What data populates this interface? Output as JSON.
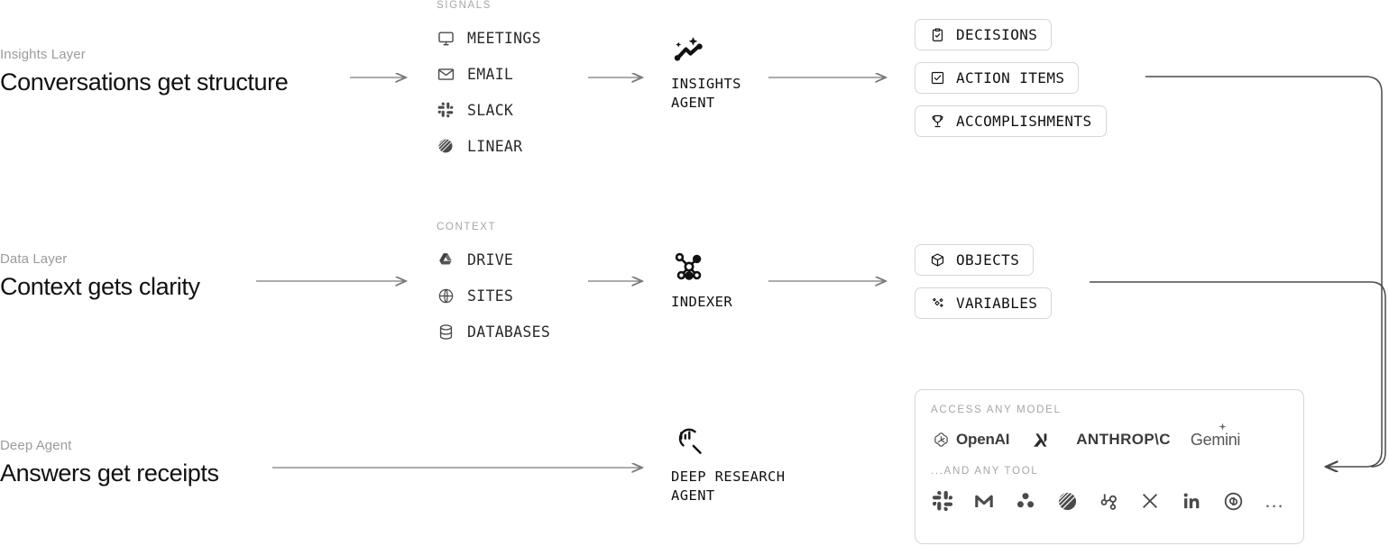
{
  "rows": [
    {
      "kicker": "Insights Layer",
      "title": "Conversations get structure",
      "group_header": "SIGNALS",
      "sources": [
        {
          "label": "MEETINGS",
          "icon": "monitor-icon"
        },
        {
          "label": "EMAIL",
          "icon": "envelope-icon"
        },
        {
          "label": "SLACK",
          "icon": "slack-icon"
        },
        {
          "label": "LINEAR",
          "icon": "linear-icon"
        }
      ],
      "agent": {
        "name": "INSIGHTS\nAGENT",
        "icon": "sparkle-trend-icon"
      },
      "outputs": [
        {
          "label": "DECISIONS",
          "icon": "clipboard-check-icon"
        },
        {
          "label": "ACTION ITEMS",
          "icon": "checkbox-check-icon"
        },
        {
          "label": "ACCOMPLISHMENTS",
          "icon": "trophy-icon"
        }
      ]
    },
    {
      "kicker": "Data Layer",
      "title": "Context gets clarity",
      "group_header": "CONTEXT",
      "sources": [
        {
          "label": "DRIVE",
          "icon": "google-drive-icon"
        },
        {
          "label": "SITES",
          "icon": "globe-icon"
        },
        {
          "label": "DATABASES",
          "icon": "database-icon"
        }
      ],
      "agent": {
        "name": "INDEXER",
        "icon": "network-hub-icon"
      },
      "outputs": [
        {
          "label": "OBJECTS",
          "icon": "cube-icon"
        },
        {
          "label": "VARIABLES",
          "icon": "diamonds-icon"
        }
      ]
    },
    {
      "kicker": "Deep Agent",
      "title": "Answers get receipts",
      "group_header": "",
      "sources": [],
      "agent": {
        "name": "DEEP RESEARCH\nAGENT",
        "icon": "magnifier-chart-icon"
      },
      "outputs": []
    }
  ],
  "panel": {
    "models_header": "ACCESS ANY MODEL",
    "models": [
      {
        "name": "OpenAI",
        "icon": "openai-icon"
      },
      {
        "name": "",
        "icon": "xai-icon"
      },
      {
        "name": "ANTHROP\\C",
        "icon": ""
      },
      {
        "name": "Gemini",
        "icon": "gemini-sparkle-icon"
      }
    ],
    "tools_header": "...AND ANY TOOL",
    "tools": [
      {
        "icon": "slack-icon"
      },
      {
        "icon": "gmail-icon"
      },
      {
        "icon": "asana-icon"
      },
      {
        "icon": "linear-icon"
      },
      {
        "icon": "hubspot-icon"
      },
      {
        "icon": "x-twitter-icon"
      },
      {
        "icon": "linkedin-icon"
      },
      {
        "icon": "quickbooks-icon"
      },
      {
        "icon": "more-ellipsis-icon"
      }
    ],
    "more_label": "..."
  },
  "colors": {
    "ink": "#111111",
    "muted": "#9b9b9b",
    "border": "#d6d6d6",
    "wire": "#7a7a7a",
    "logo": "#4a4a4a"
  }
}
